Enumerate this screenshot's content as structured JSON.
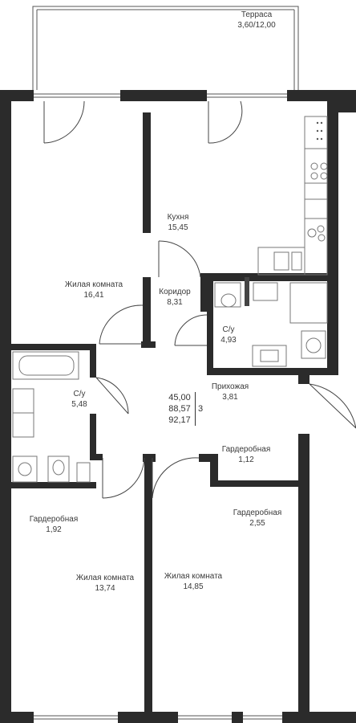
{
  "summary": {
    "living_area": "45,00",
    "total_area": "88,57",
    "total_area_with_terrace": "92,17",
    "rooms": "3"
  },
  "rooms": {
    "terrace": {
      "name": "Терраса",
      "area": "3,60/12,00"
    },
    "kitchen": {
      "name": "Кухня",
      "area": "15,45"
    },
    "living1": {
      "name": "Жилая комната",
      "area": "16,41"
    },
    "corridor": {
      "name": "Коридор",
      "area": "8,31"
    },
    "wc1": {
      "name": "С/у",
      "area": "4,93"
    },
    "wc2": {
      "name": "С/у",
      "area": "5,48"
    },
    "hallway": {
      "name": "Прихожая",
      "area": "3,81"
    },
    "wardrobe1": {
      "name": "Гардеробная",
      "area": "1,12"
    },
    "wardrobe2": {
      "name": "Гардеробная",
      "area": "1,92"
    },
    "wardrobe3": {
      "name": "Гардеробная",
      "area": "2,55"
    },
    "living2": {
      "name": "Жилая комната",
      "area": "13,74"
    },
    "living3": {
      "name": "Жилая комната",
      "area": "14,85"
    }
  },
  "colors": {
    "wall": "#2b2b2b",
    "fixture": "#6b6b6b",
    "background": "#ffffff"
  }
}
